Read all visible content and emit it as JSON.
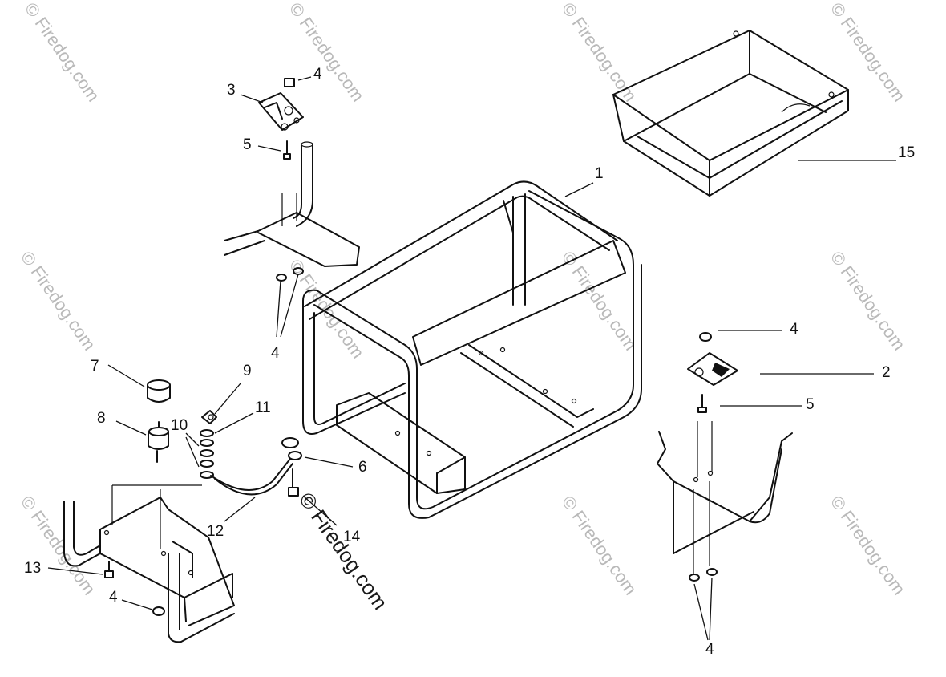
{
  "diagram": {
    "watermarks": [
      "© Firedog.com",
      "© Firedog.com",
      "© Firedog.com",
      "© Firedog.com",
      "© Firedog.com",
      "© Firedog.com",
      "© Firedog.com",
      "© Firedog.com",
      "© Firedog.com",
      "© Firedog.com",
      "© Firedog.com"
    ],
    "center_watermark": "© Firedog.com",
    "callouts": {
      "c1": "1",
      "c2": "2",
      "c3": "3",
      "c4_top": "4",
      "c4_left_mount": "4",
      "c4_right_nut": "4",
      "c4_bottom_left": "4",
      "c4_bottom_right": "4",
      "c5_top": "5",
      "c5_right": "5",
      "c6": "6",
      "c7": "7",
      "c8": "8",
      "c9": "9",
      "c10": "10",
      "c11": "11",
      "c12": "12",
      "c13": "13",
      "c14": "14",
      "c15": "15"
    }
  }
}
